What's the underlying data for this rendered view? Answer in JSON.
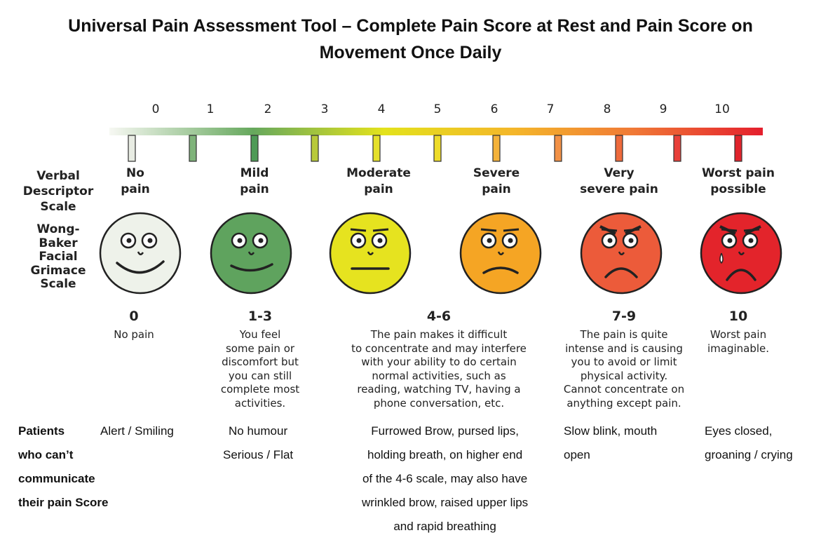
{
  "title": {
    "line1": "Universal Pain Assessment Tool – Complete Pain Score at Rest and Pain Score on",
    "line2": "Movement Once Daily"
  },
  "scale": {
    "numbers": [
      "0",
      "1",
      "2",
      "3",
      "4",
      "5",
      "6",
      "7",
      "8",
      "9",
      "10"
    ],
    "gradient_colors": [
      "#f2f5ee",
      "#57a35a",
      "#e8e21a",
      "#f5a623",
      "#e8242e"
    ]
  },
  "side_labels": {
    "verbal": "Verbal Descriptor Scale",
    "wong_baker": "Wong-Baker Facial Grimace Scale"
  },
  "verbal": [
    {
      "line1": "No",
      "line2": "pain"
    },
    {
      "line1": "Mild",
      "line2": "pain"
    },
    {
      "line1": "Moderate",
      "line2": "pain"
    },
    {
      "line1": "Severe",
      "line2": "pain"
    },
    {
      "line1": "Very",
      "line2": "severe pain"
    },
    {
      "line1": "Worst pain",
      "line2": "possible"
    }
  ],
  "faces": [
    {
      "name": "no-pain-face",
      "color": "#eef2ea"
    },
    {
      "name": "mild-pain-face",
      "color": "#5fa35e"
    },
    {
      "name": "moderate-pain-face",
      "color": "#e6e31f"
    },
    {
      "name": "severe-pain-face",
      "color": "#f5a524"
    },
    {
      "name": "very-severe-pain-face",
      "color": "#ec5b3a"
    },
    {
      "name": "worst-pain-face",
      "color": "#e3242b"
    }
  ],
  "ranges": [
    {
      "score": "0",
      "lines": [
        "No pain"
      ]
    },
    {
      "score": "1-3",
      "lines": [
        "You feel",
        "some pain or",
        "discomfort but",
        "you can still",
        "complete most",
        "activities."
      ]
    },
    {
      "score": "4-6",
      "lines": [
        "The pain makes it difficult",
        "to concentrate and may interfere",
        "with your ability to do certain",
        "normal activities, such as",
        "reading, watching TV, having a",
        "phone conversation, etc."
      ]
    },
    {
      "score": "7-9",
      "lines": [
        "The pain is quite",
        "intense and is causing",
        "you to avoid or limit",
        "physical activity.",
        "Cannot concentrate on",
        "anything except pain."
      ]
    },
    {
      "score": "10",
      "lines": [
        "Worst pain",
        "imaginable."
      ]
    }
  ],
  "patients_label": [
    "Patients",
    "who can’t",
    "communicate",
    "their pain Score"
  ],
  "observations": [
    [
      "Alert / Smiling"
    ],
    [
      "No humour",
      "Serious / Flat"
    ],
    [
      "Furrowed Brow, pursed lips,",
      "holding breath, on higher end",
      "of the 4-6 scale, may also have",
      "wrinkled brow, raised upper lips",
      "and rapid breathing"
    ],
    [
      "Slow blink, mouth",
      "open"
    ],
    [
      "Eyes closed,",
      "groaning / crying"
    ]
  ]
}
